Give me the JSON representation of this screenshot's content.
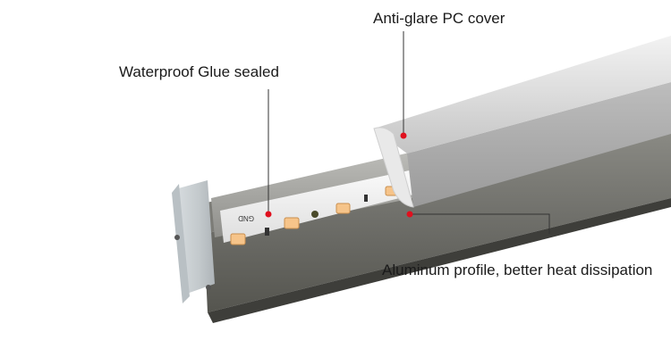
{
  "callouts": {
    "glue": "Waterproof Glue sealed",
    "cover": "Anti-glare PC cover",
    "aluminum": "Aluminum profile, better heat dissipation"
  },
  "strip": {
    "pad_text": "GND"
  },
  "colors": {
    "background": "#ffffff",
    "marker_dot": "#e0101e",
    "leader_line": "#333333",
    "led_chip": "#f6c48a"
  }
}
